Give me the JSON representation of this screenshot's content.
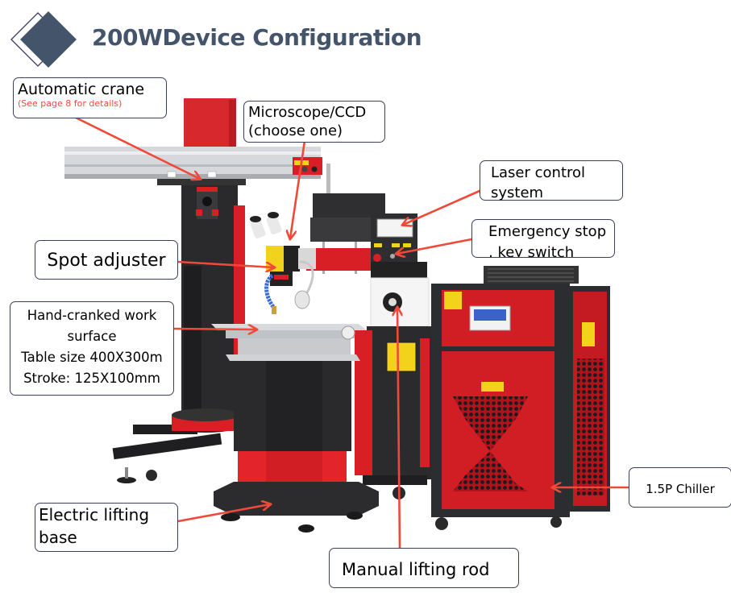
{
  "header": {
    "title": "200WDevice Configuration",
    "logo_icon": "overlapping-diamonds-icon",
    "title_color": "#44546a"
  },
  "callouts": {
    "automatic_crane": {
      "label": "Automatic crane",
      "note": "(See page 8 for details)"
    },
    "microscope": {
      "line1": "Microscope/CCD",
      "line2": "(choose one)"
    },
    "laser_control": {
      "line1": "Laser control",
      "line2": "system"
    },
    "emergency_stop": {
      "line1": "Emergency stop",
      "line2": ", key switch"
    },
    "spot_adjuster": {
      "label": "Spot adjuster"
    },
    "work_surface": {
      "line1": "Hand-cranked work",
      "line2": "surface",
      "line3": "Table size 400X300m",
      "line4": "Stroke: 125X100mm"
    },
    "lifting_base": {
      "line1": "Electric lifting",
      "line2": "base"
    },
    "lifting_rod": {
      "label": "Manual lifting rod"
    },
    "chiller": {
      "label": "1.5P Chiller"
    }
  },
  "colors": {
    "arrow": "#f0493a",
    "machine_red": "#d91f26",
    "machine_dark": "#2b2b2e",
    "note_red": "#ff4a3a",
    "box_border": "#3c3f5a"
  }
}
